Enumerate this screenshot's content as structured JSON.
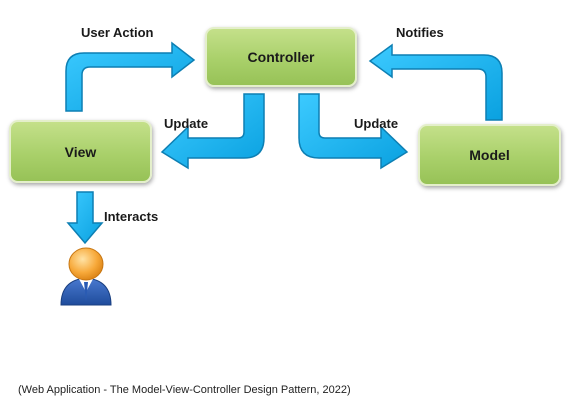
{
  "diagram": {
    "nodes": {
      "controller": "Controller",
      "view": "View",
      "model": "Model"
    },
    "edges": {
      "user_action": "User Action",
      "notifies": "Notifies",
      "update_left": "Update",
      "update_right": "Update",
      "interacts": "Interacts"
    },
    "colors": {
      "box_fill": "#a9d06a",
      "arrow_fill": "#12b2ee",
      "arrow_stroke": "#0d7fb3"
    },
    "icons": [
      "user-icon"
    ]
  },
  "caption": "(Web Application - The Model-View-Controller Design Pattern, 2022)"
}
